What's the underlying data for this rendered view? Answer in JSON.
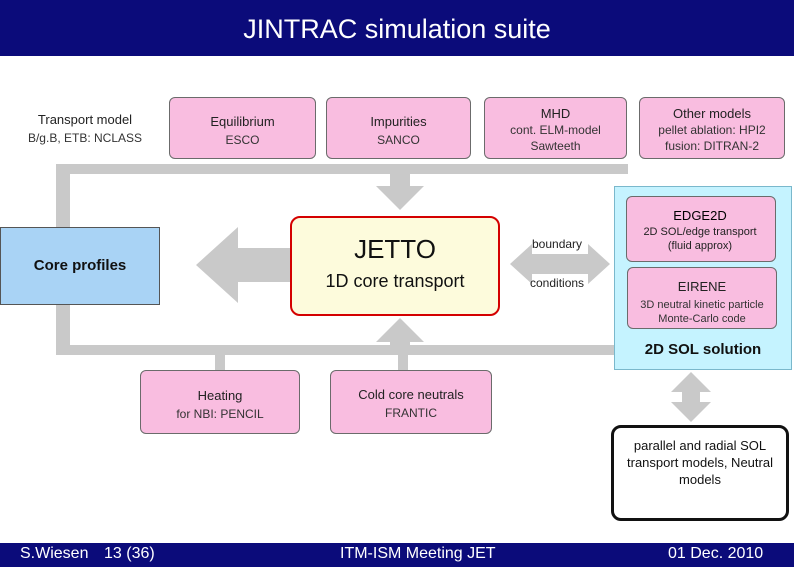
{
  "title": "JINTRAC simulation suite",
  "top_boxes": [
    {
      "title": "Transport model",
      "sub": "B/g.B, ETB: NCLASS"
    },
    {
      "title": "Equilibrium",
      "sub": "ESCO"
    },
    {
      "title": "Impurities",
      "sub": "SANCO"
    },
    {
      "title": "MHD",
      "sub": "cont. ELM-model",
      "sub2": "Sawteeth"
    },
    {
      "title": "Other models",
      "sub": "pellet ablation: HPI2",
      "sub2": "fusion: DITRAN-2"
    }
  ],
  "core_profiles": "Core profiles",
  "jetto": {
    "title": "JETTO",
    "sub": "1D core transport"
  },
  "boundary_label_1": "boundary",
  "boundary_label_2": "conditions",
  "edge": {
    "title": "EDGE2D",
    "edge2d_sub": "2D SOL/edge transport (fluid approx)",
    "eirene_title": "EIRENE",
    "eirene_sub": "3D neutral kinetic particle Monte-Carlo code",
    "sol_solution": "2D SOL solution"
  },
  "heating": {
    "title": "Heating",
    "sub": "for NBI: PENCIL"
  },
  "cold_core": {
    "title": "Cold core neutrals",
    "sub": "FRANTIC"
  },
  "parallel_box": "parallel and radial SOL transport models, Neutral models",
  "footer": {
    "author": "S.Wiesen",
    "page": "13 (36)",
    "meeting": "ITM-ISM Meeting JET",
    "date": "01 Dec. 2010"
  },
  "colors": {
    "title_bar": "#0b0b7a",
    "model_box": "#f9bde0",
    "core_profiles": "#a9d3f5",
    "jetto_border": "#d40000",
    "jetto_fill": "#fdfbdc",
    "sol_panel": "#c5f3ff",
    "connector": "#c9c9c9"
  }
}
